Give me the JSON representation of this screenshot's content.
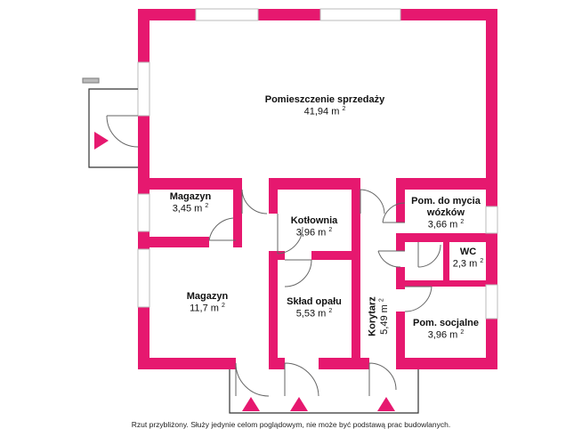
{
  "colors": {
    "wall": "#e6186f",
    "thin_line": "#333333",
    "door": "#555555",
    "window": "#bbbbbb",
    "background": "#ffffff"
  },
  "rooms": [
    {
      "id": "sales",
      "name": "Pomieszczenie sprzedaży",
      "area": "41,94 m",
      "unit_sup": "2"
    },
    {
      "id": "magazyn-small",
      "name": "Magazyn",
      "area": "3,45 m",
      "unit_sup": "2"
    },
    {
      "id": "kotlownia",
      "name": "Kotłownia",
      "area": "3,96 m",
      "unit_sup": "2"
    },
    {
      "id": "pom-mycia",
      "name": "Pom. do mycia",
      "name2": "wózków",
      "area": "3,66 m",
      "unit_sup": "2"
    },
    {
      "id": "wc",
      "name": "WC",
      "area": "2,3 m",
      "unit_sup": "2"
    },
    {
      "id": "magazyn-large",
      "name": "Magazyn",
      "area": "11,7 m",
      "unit_sup": "2"
    },
    {
      "id": "sklad-opalu",
      "name": "Skład opału",
      "area": "5,53 m",
      "unit_sup": "2"
    },
    {
      "id": "korytarz",
      "name": "Korytarz",
      "area": "5,49 m",
      "unit_sup": "2"
    },
    {
      "id": "pom-socjalne",
      "name": "Pom. socjalne",
      "area": "3,96 m",
      "unit_sup": "2"
    }
  ],
  "footer": "Rzut przybliżony. Służy jedynie celom poglądowym, nie może być podstawą prac budowlanych."
}
